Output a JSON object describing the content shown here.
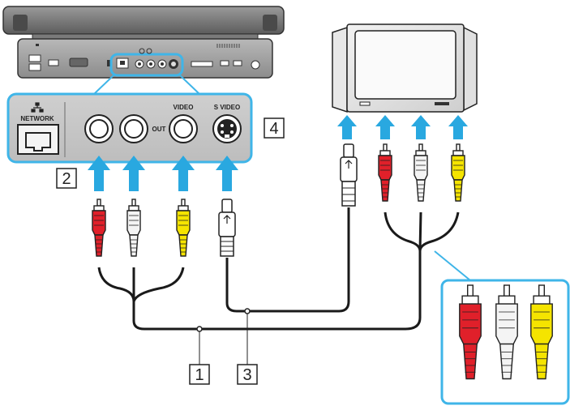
{
  "panel": {
    "network_label": "NETWORK",
    "out_label": "OUT",
    "video_label": "VIDEO",
    "svideo_label": "S VIDEO"
  },
  "callouts": {
    "c1": "1",
    "c2": "2",
    "c3": "3",
    "c4": "4"
  },
  "colors": {
    "arrow": "#29a8e0",
    "highlight": "#3fb5e8",
    "device": "#6e6e6e",
    "plug_red": "#e0202a",
    "plug_white": "#f4f4f4",
    "plug_yellow": "#f5e400",
    "cable": "#1a1a1a"
  },
  "icons": {
    "network": "network-icon",
    "svideo_plug": "s-video-plug-icon"
  }
}
